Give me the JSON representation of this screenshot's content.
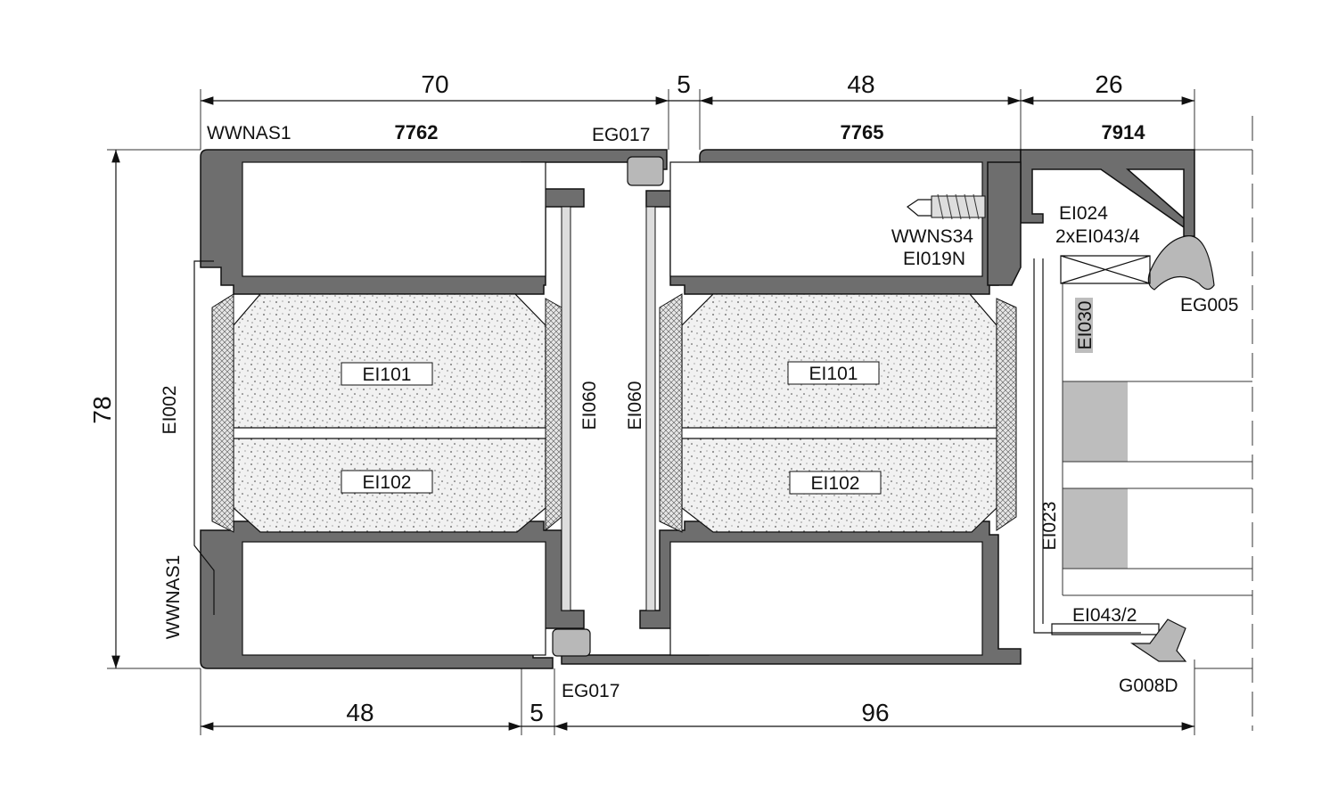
{
  "dimensions": {
    "top": [
      "70",
      "5",
      "48",
      "26"
    ],
    "bottom": [
      "48",
      "5",
      "96"
    ],
    "height": "78"
  },
  "profiles": {
    "left_sash": "7762",
    "right_sash": "7765",
    "frame": "7914"
  },
  "labels": {
    "wwnas1_top": "WWNAS1",
    "wwnas1_side": "WWNAS1",
    "eg017_top": "EG017",
    "eg017_bottom": "EG017",
    "ei002": "EI002",
    "ei060_left": "EI060",
    "ei060_right": "EI060",
    "ei101_left": "EI101",
    "ei102_left": "EI102",
    "ei101_right": "EI101",
    "ei102_right": "EI102",
    "wwns34": "WWNS34",
    "ei019n": "EI019N",
    "ei024": "EI024",
    "ei043_4": "2xEI043/4",
    "eg005": "EG005",
    "ei030": "EI030",
    "ei023": "EI023",
    "ei043_2": "EI043/2",
    "g008d": "G008D"
  },
  "colors": {
    "profile": "#6e6e6e",
    "gasket": "#b8b8b8",
    "glass_block": "#bdbdbd"
  }
}
